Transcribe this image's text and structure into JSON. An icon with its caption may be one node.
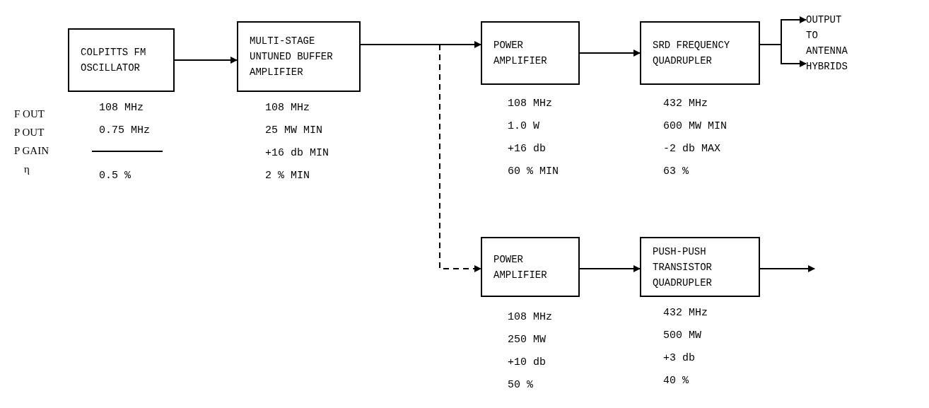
{
  "diagram": {
    "nodes": [
      {
        "text": [
          "COLPITTS FM OSCILLATOR"
        ],
        "beside": [
          "108 MHz",
          "0.75 MHz",
          "0.5 %"
        ]
      },
      {
        "text": [
          "MULTI-STAGE UNTUNED BUFFER AMPLIFIER"
        ],
        "beside": [
          "108 MHz",
          "25 MW MIN",
          "+16 db MIN",
          "2 % MIN"
        ]
      },
      {
        "text": [
          "POWER AMPLIFIER"
        ],
        "beside": [
          "108 MHz",
          "1.0 W",
          "+16 db",
          "60 % MIN"
        ]
      },
      {
        "text": [
          "SRD FREQUENCY QUADRUPLER"
        ],
        "beside": [
          "432 MHz",
          "600 MW MIN",
          "-2 db MAX",
          "63 %"
        ]
      },
      {
        "text": [
          "OUTPUT TO ANTENNA HYBRIDS"
        ]
      },
      {
        "text": [
          "POWER AMPLIFIER"
        ],
        "beside": [
          "108 MHz",
          "250 MW",
          "+10 db",
          "50 %"
        ]
      },
      {
        "text": [
          "PUSH-PUSH TRANSISTOR QUADRUPLER"
        ],
        "beside": [
          "432 MHz",
          "500 MW",
          "+3 db",
          "40 %"
        ]
      }
    ],
    "edges": [
      {
        "from": 0,
        "to": 1,
        "arrow": "to"
      },
      {
        "from": 1,
        "to": 2,
        "arrow": "to"
      },
      {
        "from": 2,
        "to": 3,
        "arrow": "to"
      },
      {
        "from": 3,
        "to": 4,
        "arrow": "to"
      },
      {
        "from": 3,
        "to": 4,
        "arrow": "to"
      },
      {
        "from": 1,
        "to": 5,
        "arrow": "to",
        "style": "dashed"
      },
      {
        "from": 5,
        "to": 6,
        "arrow": "to"
      },
      {
        "from": 6,
        "to": null,
        "arrow": "to"
      }
    ],
    "labels": [
      "F OUT",
      "P OUT",
      "P GAIN",
      "η"
    ]
  }
}
